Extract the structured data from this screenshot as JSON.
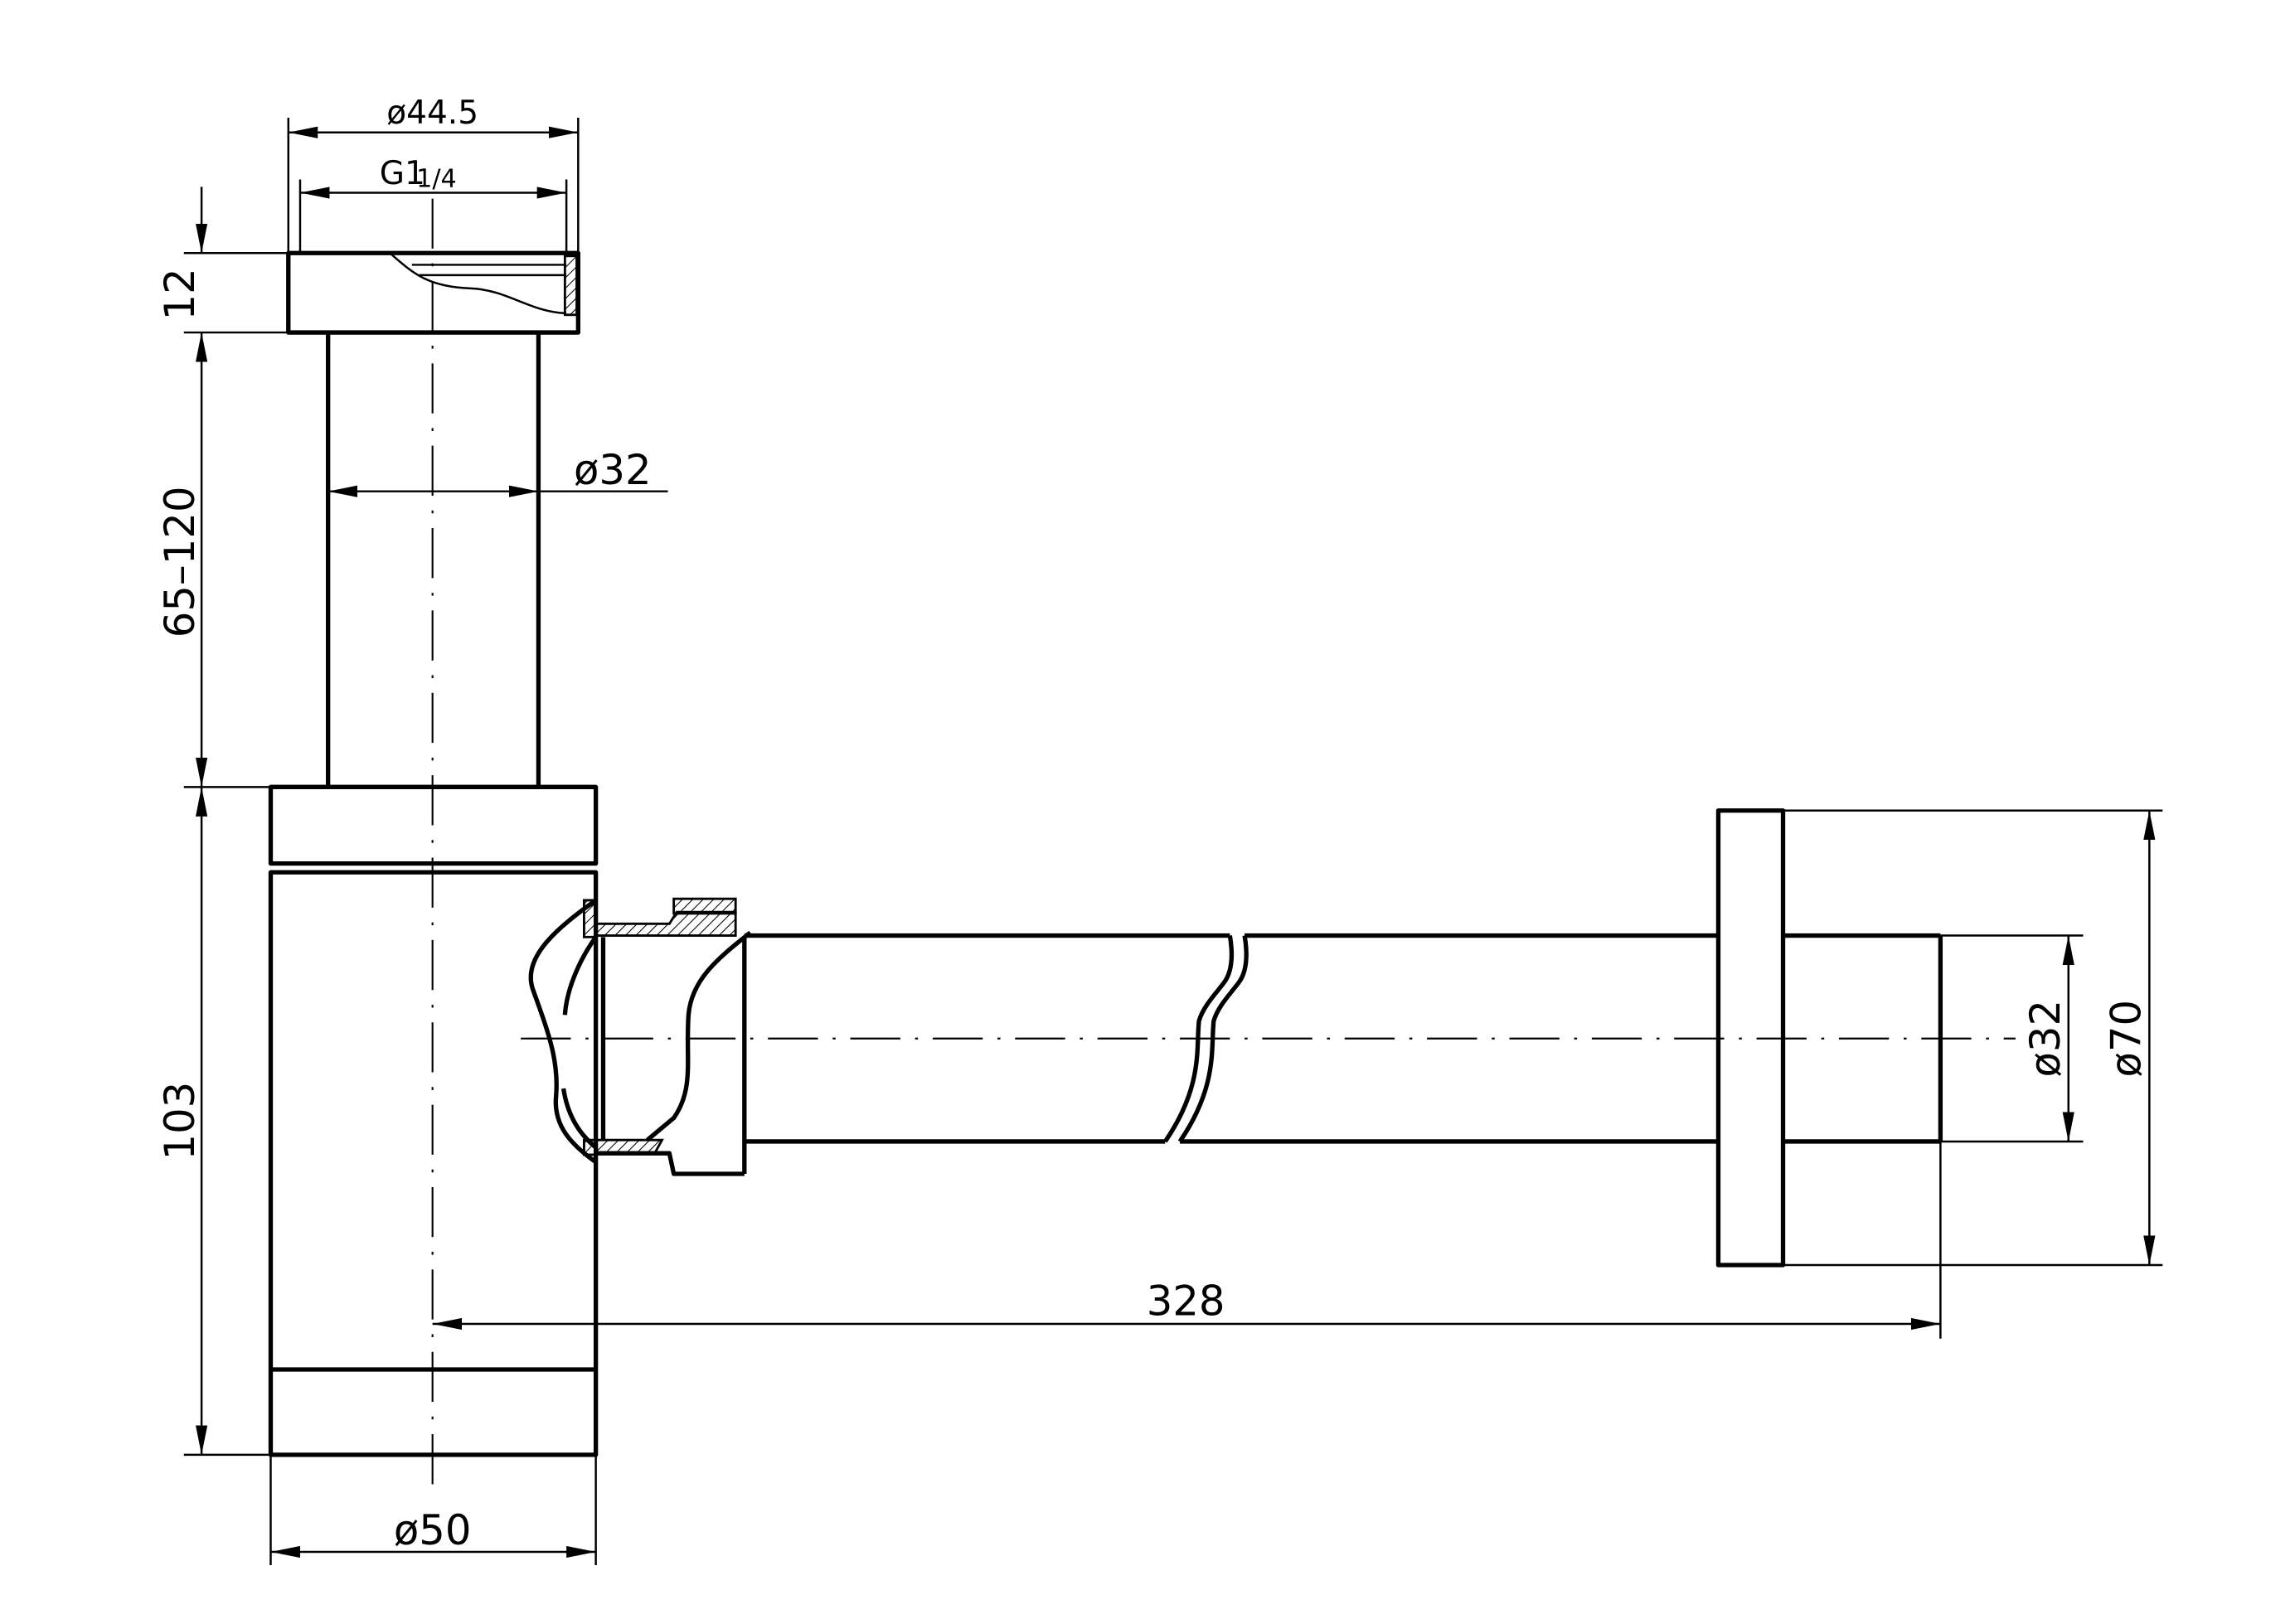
{
  "drawing": {
    "type": "technical drawing",
    "subject": "bottle trap / siphon with wall pipe and rosette",
    "line_color": "#000000",
    "background": "#ffffff"
  },
  "dimensions": {
    "top_flange_outer": "ø44.5",
    "top_thread": "G1",
    "top_thread_fraction": "1/4",
    "top_flange_height": "12",
    "tail_pipe_length": "65–120",
    "tail_pipe_diameter": "ø32",
    "body_height": "103",
    "body_diameter": "ø50",
    "outlet_length": "328",
    "outlet_pipe_diameter": "ø32",
    "rosette_diameter": "ø70"
  }
}
